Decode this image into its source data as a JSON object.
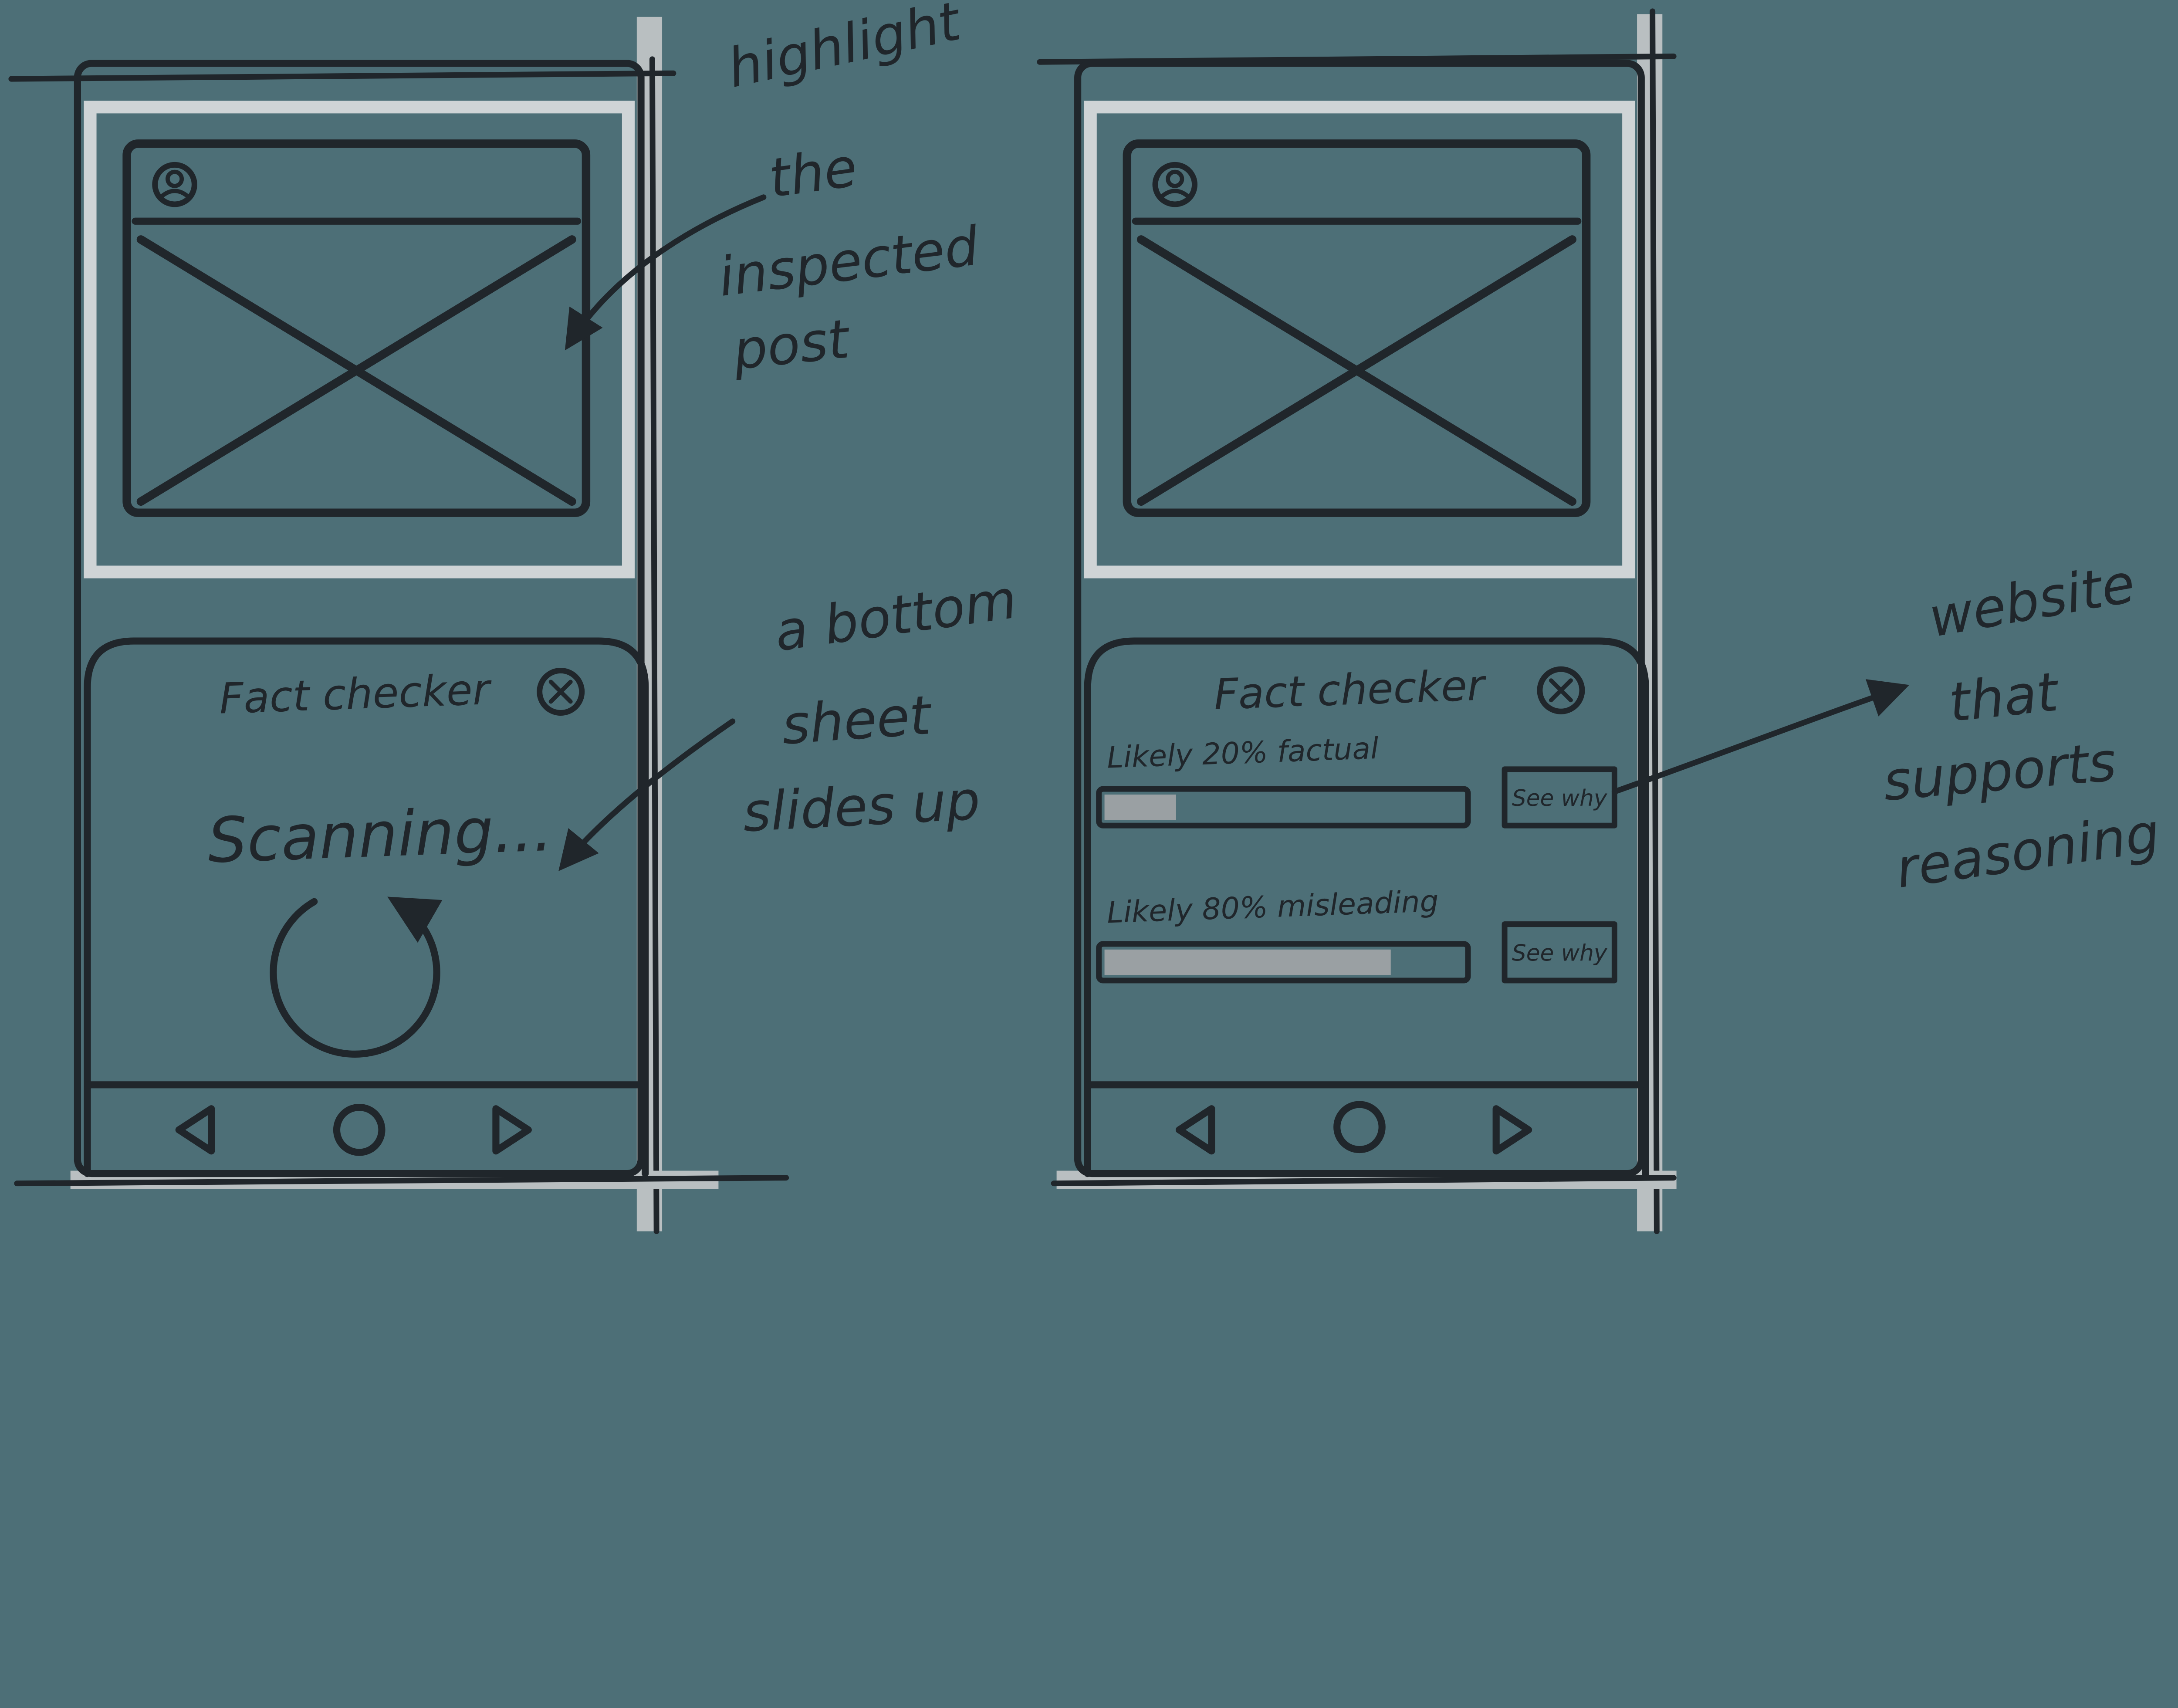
{
  "colors": {
    "background": "#4d6f77",
    "ink": "#20262b",
    "strip": "#b9bfc1",
    "frame": "#cfd4d6",
    "barfill": "#9aa0a3"
  },
  "left_phone": {
    "sheet": {
      "title": "Fact checker",
      "status": "Scanning..."
    }
  },
  "right_phone": {
    "sheet": {
      "title": "Fact checker",
      "rows": [
        {
          "label": "Likely 20% factual",
          "percent": 20,
          "button_label": "See why"
        },
        {
          "label": "Likely 80% misleading",
          "percent": 80,
          "button_label": "See why"
        }
      ]
    }
  },
  "annotations": {
    "inspected_post": {
      "lines": [
        "highlight",
        "the",
        "inspected",
        "post"
      ]
    },
    "bottom_sheet": {
      "lines": [
        "a bottom",
        "sheet",
        "slides up"
      ]
    },
    "see_why": {
      "lines": [
        "website",
        "that",
        "supports",
        "reasoning"
      ]
    }
  }
}
